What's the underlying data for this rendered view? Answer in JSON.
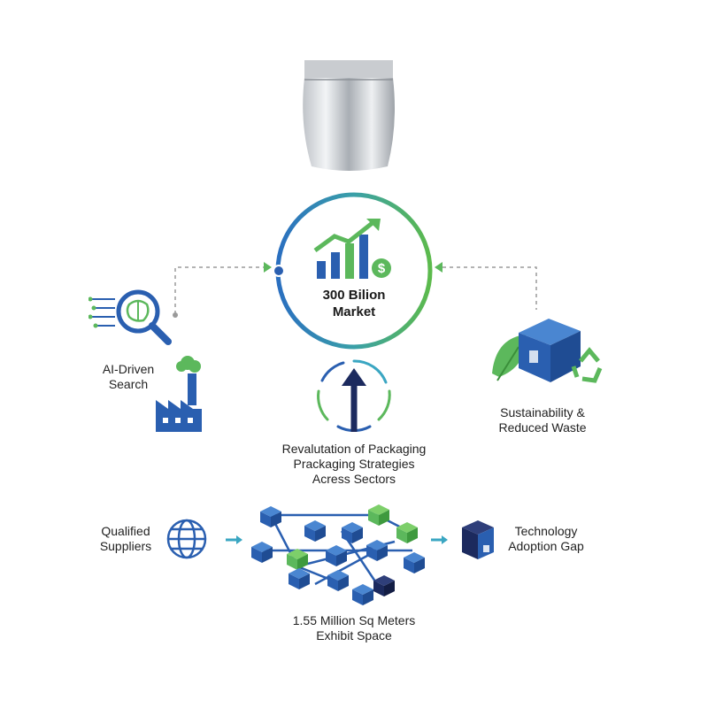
{
  "center": {
    "line1": "300 Bilion",
    "line2": "Market"
  },
  "left_top": {
    "line1": "AI-Driven",
    "line2": "Search"
  },
  "right_top": {
    "line1": "Sustainability &",
    "line2": "Reduced Waste"
  },
  "middle": {
    "line1": "Revalutation of Packaging",
    "line2": "Prackaging Strategies",
    "line3": "Acress Sectors"
  },
  "bottom_left": {
    "line1": "Qualified",
    "line2": "Suppliers"
  },
  "bottom_right": {
    "line1": "Technology",
    "line2": "Adoption Gap"
  },
  "bottom_center": {
    "line1": "1.55 Million Sq Meters",
    "line2": "Exhibit Space"
  },
  "colors": {
    "blue": "#2a5fb0",
    "green": "#5cb85c",
    "navy": "#1c2a5e",
    "teal": "#3aa6c2",
    "gray": "#9a9a9a"
  },
  "icons": [
    "pouch-icon",
    "growth-chart-icon",
    "dollar-icon",
    "brain-search-icon",
    "factory-icon",
    "swirl-arrow-icon",
    "box-recycle-icon",
    "leaf-icon",
    "globe-icon",
    "cube-network-icon",
    "tech-box-icon"
  ]
}
